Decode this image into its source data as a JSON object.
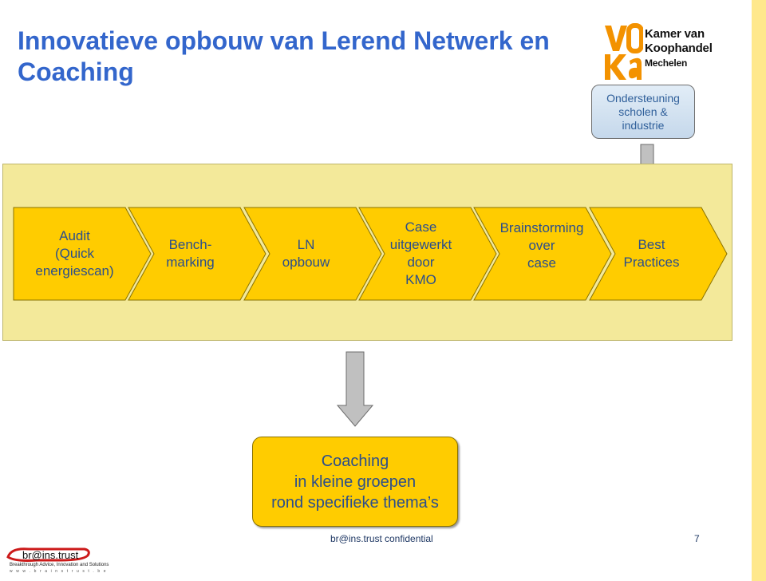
{
  "title": "Innovatieve opbouw van Lerend Netwerk en Coaching",
  "logo": {
    "letters": "voka",
    "line1": "Kamer van",
    "line2": "Koophandel",
    "line3": "Mechelen"
  },
  "support_box": "Ondersteuning\nscholen &\nindustrie",
  "steps": [
    "Audit\n(Quick\nenergiescan)",
    "Bench-\nmarking",
    "LN\nopbouw",
    "Case\nuitgewerkt\ndoor\nKMO",
    "Brainstorming\nover\ncase",
    "Best\nPractices"
  ],
  "coaching_box": "Coaching\nin kleine groepen\nrond specifieke thema’s",
  "footer": {
    "left": "br@ins.trust",
    "center": "confidential",
    "page_number": "7"
  },
  "brand": {
    "name": "br@ins.trust",
    "tagline": "Breakthrough Advice, Innovation and Solutions",
    "website": "w w w . b r a i n s t r u s t . b e"
  },
  "colors": {
    "title": "#3366cc",
    "chevron_fill": "#ffcc00",
    "band_fill": "#f3e99a",
    "arrow_fill": "#c0c0c0",
    "voka_orange": "#f39200",
    "brand_red": "#cc1a1a"
  }
}
